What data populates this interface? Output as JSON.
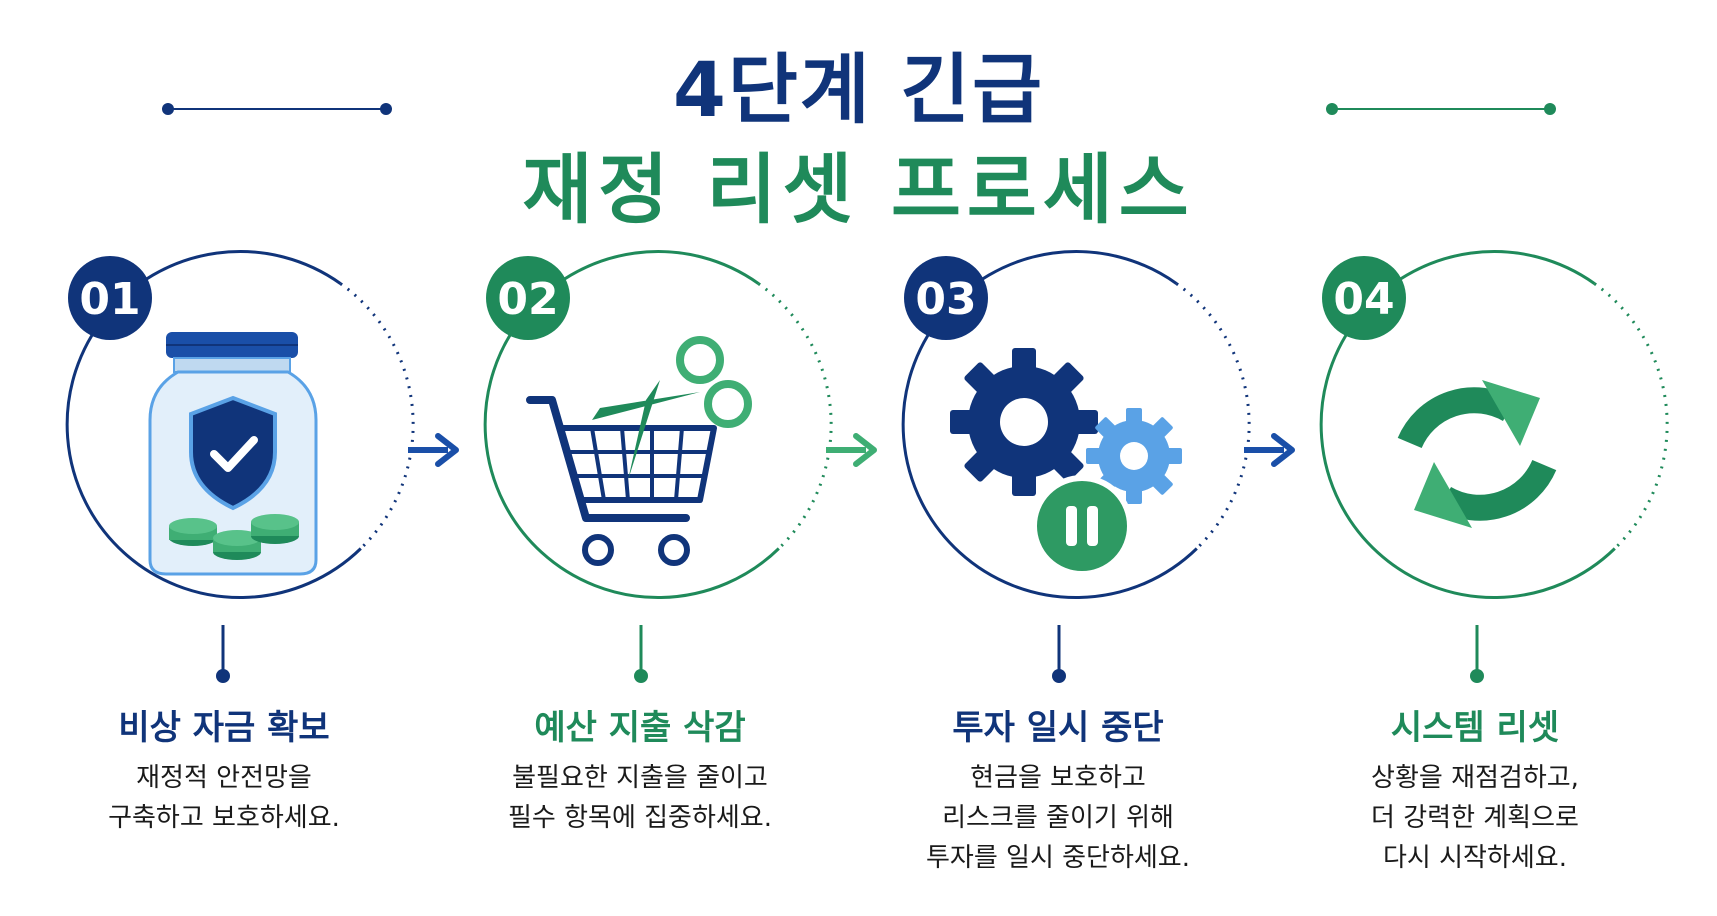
{
  "title": {
    "line1": "4단계 긴급",
    "line2": "재정 리셋 프로세스"
  },
  "colors": {
    "navy": "#10347a",
    "green": "#1f8a5a",
    "light_blue": "#5aa2e6",
    "light_green": "#3fae74"
  },
  "steps": [
    {
      "number": "01",
      "icon": "shield-check-jar-icon",
      "title": "비상 자금 확보",
      "desc": [
        "재정적 안전망을",
        "구축하고 보호하세요."
      ]
    },
    {
      "number": "02",
      "icon": "shopping-cart-scissors-icon",
      "title": "예산 지출 삭감",
      "desc": [
        "불필요한 지출을 줄이고",
        "필수 항목에 집중하세요."
      ]
    },
    {
      "number": "03",
      "icon": "gears-pause-icon",
      "title": "투자 일시 중단",
      "desc": [
        "현금을 보호하고",
        "리스크를 줄이기 위해",
        "투자를 일시 중단하세요."
      ]
    },
    {
      "number": "04",
      "icon": "refresh-cycle-icon",
      "title": "시스템 리셋",
      "desc": [
        "상황을 재점검하고,",
        "더 강력한 계획으로",
        "다시 시작하세요."
      ]
    }
  ]
}
